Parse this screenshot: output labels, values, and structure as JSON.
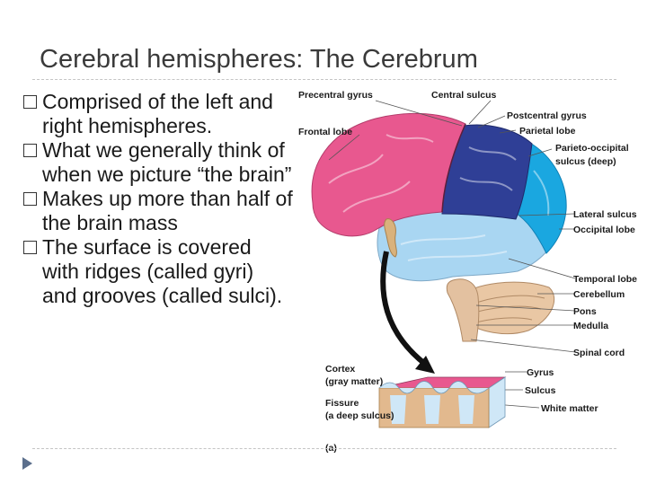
{
  "slide": {
    "title": "Cerebral hemispheres: The Cerebrum"
  },
  "bullets": [
    {
      "text": "Comprised of the left and right hemispheres."
    },
    {
      "text": "What we generally think of when we picture “the brain”"
    },
    {
      "text": "Makes up more than half of the brain mass"
    },
    {
      "text": "The surface is covered with ridges (called gyri) and grooves (called sulci)."
    }
  ],
  "diagram": {
    "labels": {
      "precentral_gyrus": "Precentral gyrus",
      "central_sulcus": "Central sulcus",
      "postcentral_gyrus": "Postcentral gyrus",
      "frontal_lobe": "Frontal lobe",
      "parietal_lobe": "Parietal lobe",
      "parieto_occipital_1": "Parieto-occipital",
      "parieto_occipital_2": "sulcus (deep)",
      "lateral_sulcus": "Lateral sulcus",
      "occipital_lobe": "Occipital lobe",
      "temporal_lobe": "Temporal lobe",
      "cerebellum": "Cerebellum",
      "pons": "Pons",
      "medulla": "Medulla",
      "spinal_cord": "Spinal cord",
      "cortex_1": "Cortex",
      "cortex_2": "(gray matter)",
      "gyrus": "Gyrus",
      "fissure_1": "Fissure",
      "fissure_2": "(a deep sulcus)",
      "sulcus": "Sulcus",
      "white_matter": "White matter",
      "panel": "(a)"
    },
    "colors": {
      "frontal": "#e8588f",
      "parietal": "#2f3f96",
      "occipital": "#1aa7e0",
      "temporal": "#a9d6f2",
      "cerebellum": "#e9c7a4",
      "brainstem": "#e3c1a0",
      "arrow": "#111111"
    }
  }
}
